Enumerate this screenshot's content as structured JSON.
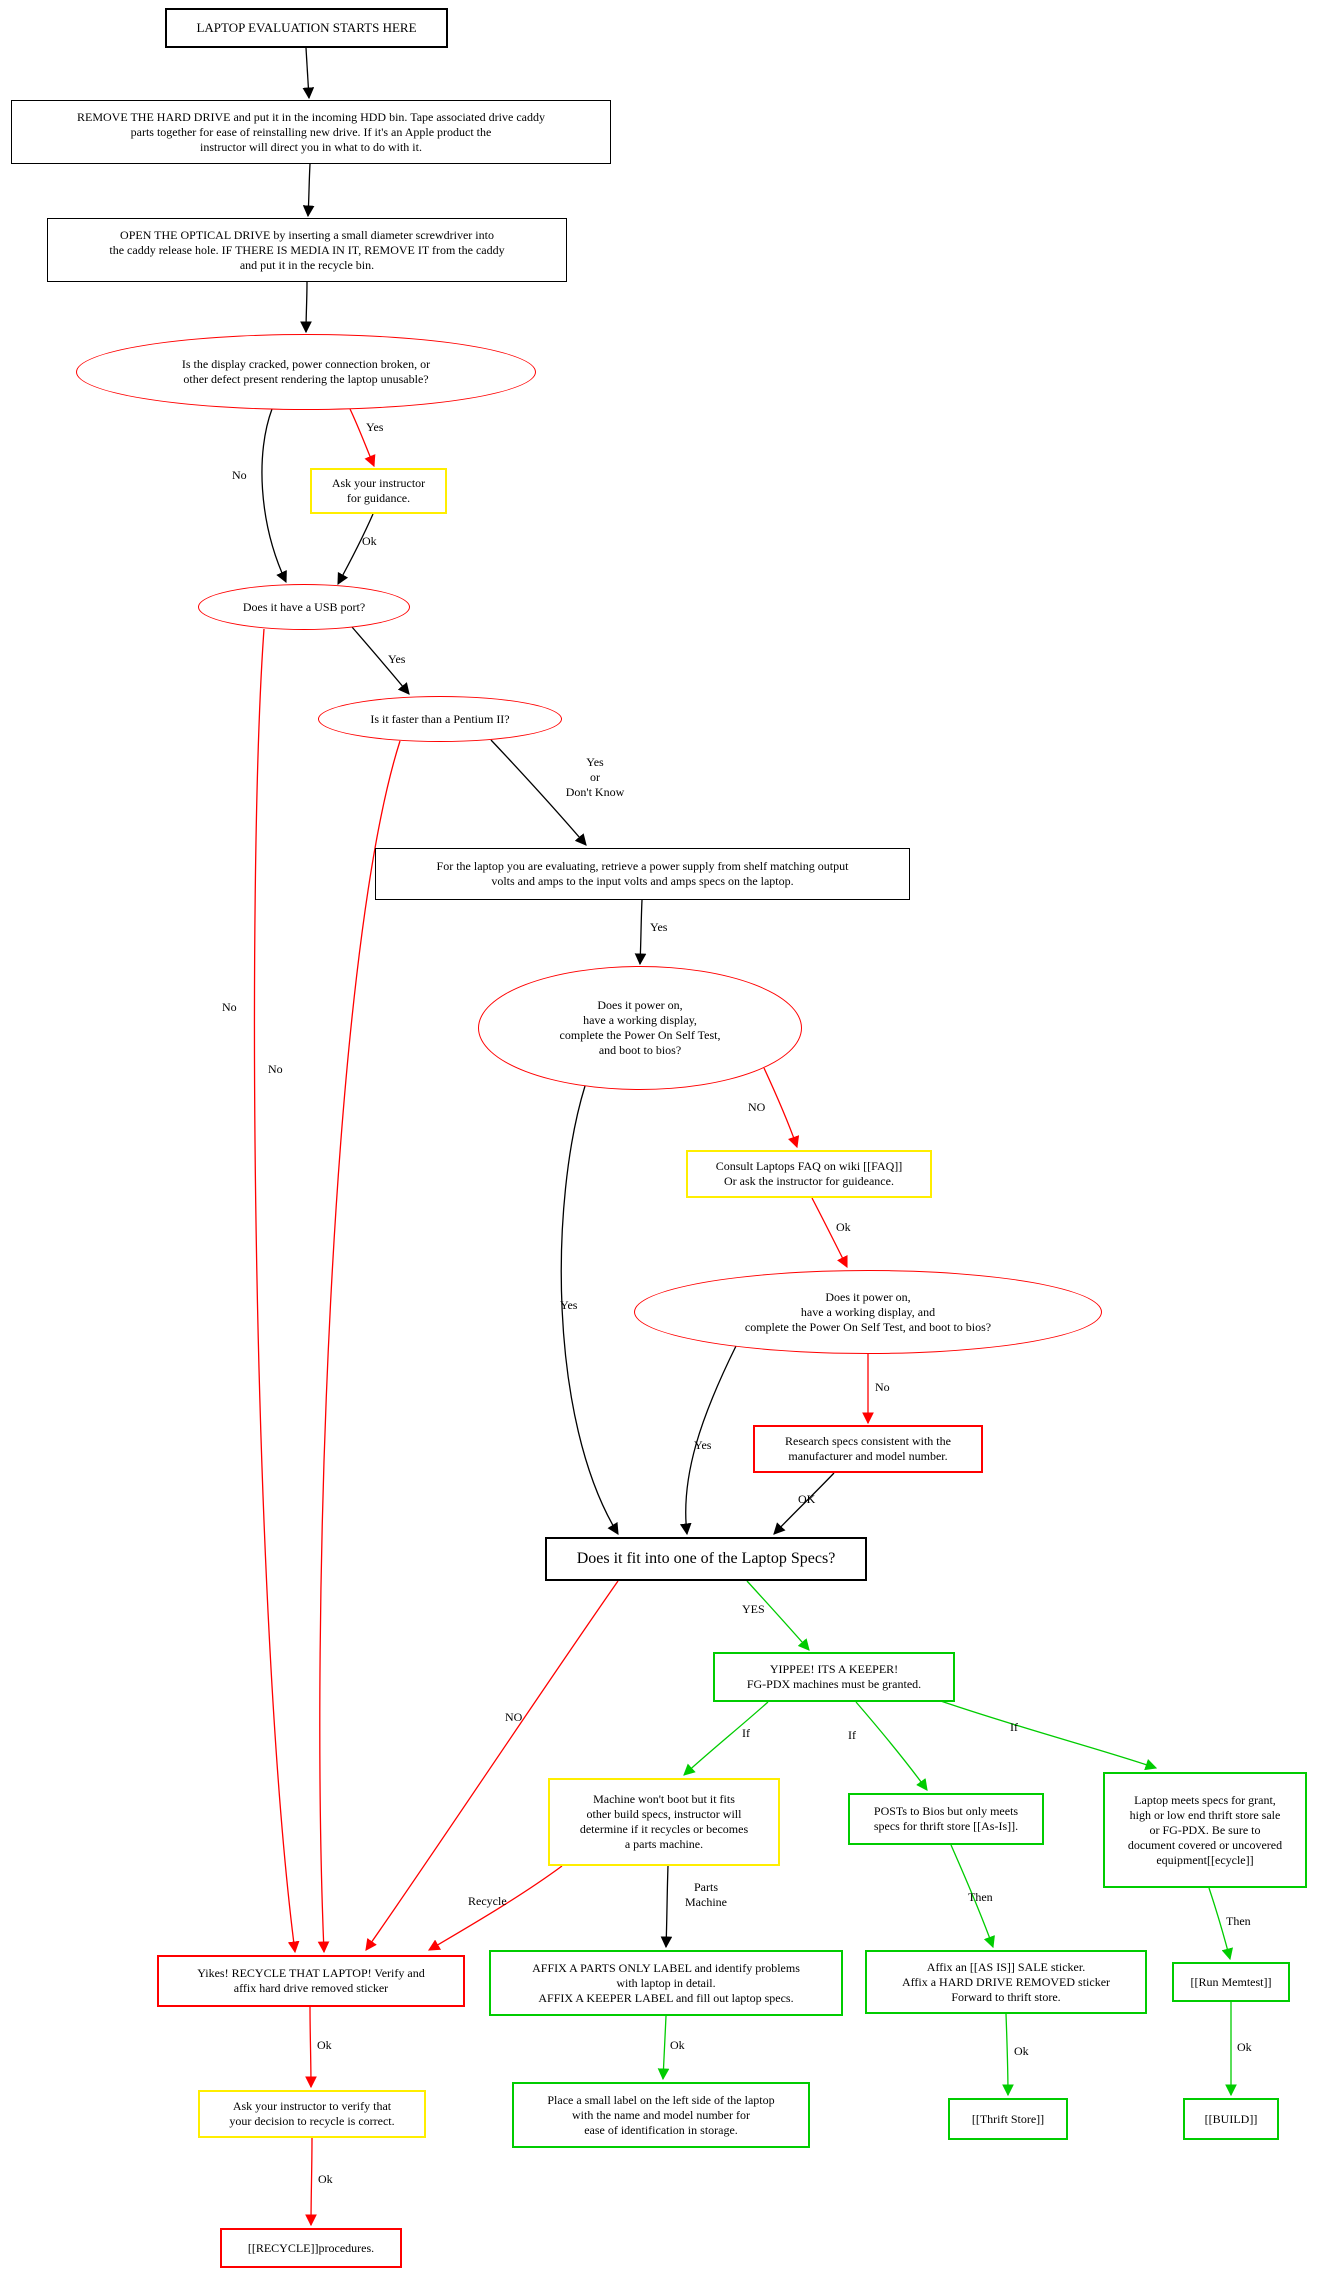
{
  "diagram": {
    "title": "Laptop Evaluation Flowchart",
    "background": "#ffffff",
    "colors": {
      "decision_outline": "#ff0000",
      "proceed_outline": "#00cc00",
      "caution_outline": "#ffee00",
      "default_outline": "#000000"
    }
  },
  "nodes": {
    "start": {
      "label": "LAPTOP EVALUATION STARTS HERE",
      "shape": "box",
      "outline": "black"
    },
    "remove_hdd": {
      "label": "REMOVE THE HARD DRIVE and put it in the incoming HDD bin. Tape associated drive caddy\nparts together for ease of reinstalling new drive. If it's an Apple product the\ninstructor will direct you in what to do with it.",
      "shape": "box",
      "outline": "black"
    },
    "open_optical": {
      "label": "OPEN THE OPTICAL DRIVE by inserting a small diameter screwdriver into\nthe caddy release hole. IF THERE IS MEDIA IN IT, REMOVE IT from the caddy\nand put it in the recycle bin.",
      "shape": "box",
      "outline": "black"
    },
    "display_defect": {
      "label": "Is the display cracked, power connection broken, or\nother defect present rendering the laptop unusable?",
      "shape": "ellipse",
      "outline": "red"
    },
    "ask_guidance": {
      "label": "Ask your instructor\nfor guidance.",
      "shape": "box",
      "outline": "yellow"
    },
    "usb_port": {
      "label": "Does it have a USB port?",
      "shape": "ellipse",
      "outline": "red"
    },
    "pentium": {
      "label": "Is it faster than a Pentium II?",
      "shape": "ellipse",
      "outline": "red"
    },
    "power_supply": {
      "label": "For the laptop you are evaluating, retrieve a power supply from shelf matching output\nvolts and amps to the input volts and amps specs on the laptop.",
      "shape": "box",
      "outline": "black"
    },
    "power_on_1": {
      "label": "Does it power on,\nhave a working display,\ncomplete the Power On Self Test,\nand boot to bios?",
      "shape": "ellipse",
      "outline": "red"
    },
    "consult_faq": {
      "label": "Consult Laptops FAQ on wiki [[FAQ]]\nOr ask the instructor for guideance.",
      "shape": "box",
      "outline": "yellow"
    },
    "power_on_2": {
      "label": "Does it power on,\nhave a working display, and\ncomplete the Power On Self Test, and boot to bios?",
      "shape": "ellipse",
      "outline": "red"
    },
    "research_specs": {
      "label": "Research specs consistent with the\nmanufacturer and model number.",
      "shape": "box",
      "outline": "red"
    },
    "fit_specs": {
      "label": "Does it fit into one of the Laptop Specs?",
      "shape": "box",
      "outline": "black"
    },
    "yippee": {
      "label": "YIPPEE! ITS A KEEPER!\nFG-PDX machines must be granted.",
      "shape": "box",
      "outline": "green"
    },
    "wont_boot": {
      "label": "Machine won't boot but it fits\nother build specs, instructor will\ndetermine if it recycles or becomes\na parts machine.",
      "shape": "box",
      "outline": "yellow"
    },
    "posts_bios": {
      "label": "POSTs to Bios but only meets\nspecs for thrift store [[As-Is]].",
      "shape": "box",
      "outline": "green"
    },
    "meets_specs": {
      "label": "Laptop meets specs for grant,\nhigh or low end thrift store sale\nor FG-PDX. Be sure to\ndocument covered or uncovered\nequipment[[ecycle]]",
      "shape": "box",
      "outline": "green"
    },
    "recycle_laptop": {
      "label": "Yikes! RECYCLE THAT LAPTOP! Verify and\naffix hard drive removed sticker",
      "shape": "box",
      "outline": "red"
    },
    "affix_parts": {
      "label": "AFFIX A PARTS ONLY LABEL and identify problems\nwith laptop in detail.\nAFFIX A KEEPER LABEL and fill out laptop specs.",
      "shape": "box",
      "outline": "green"
    },
    "affix_asis": {
      "label": "Affix an [[AS IS]] SALE sticker.\nAffix a HARD DRIVE REMOVED sticker\nForward to thrift store.",
      "shape": "box",
      "outline": "green"
    },
    "run_memtest": {
      "label": "[[Run Memtest]]",
      "shape": "box",
      "outline": "green"
    },
    "verify_recycle": {
      "label": "Ask your instructor to verify that\nyour decision to recycle is correct.",
      "shape": "box",
      "outline": "yellow"
    },
    "place_label": {
      "label": "Place a small label on the left side of the laptop\nwith the name and model number for\nease of identification in storage.",
      "shape": "box",
      "outline": "green"
    },
    "thrift_store": {
      "label": "[[Thrift Store]]",
      "shape": "box",
      "outline": "green"
    },
    "build": {
      "label": "[[BUILD]]",
      "shape": "box",
      "outline": "green"
    },
    "recycle_procedures": {
      "label": "[[RECYCLE]]procedures.",
      "shape": "box",
      "outline": "red"
    }
  },
  "edges": {
    "start_to_remove": {
      "from": "start",
      "to": "remove_hdd",
      "color": "black",
      "label": ""
    },
    "remove_to_open": {
      "from": "remove_hdd",
      "to": "open_optical",
      "color": "black",
      "label": ""
    },
    "open_to_display": {
      "from": "open_optical",
      "to": "display_defect",
      "color": "black",
      "label": ""
    },
    "display_to_ask": {
      "from": "display_defect",
      "to": "ask_guidance",
      "color": "red",
      "label": "Yes"
    },
    "display_to_usb": {
      "from": "display_defect",
      "to": "usb_port",
      "color": "black",
      "label": "No"
    },
    "ask_to_usb": {
      "from": "ask_guidance",
      "to": "usb_port",
      "color": "black",
      "label": "Ok"
    },
    "usb_to_pentium": {
      "from": "usb_port",
      "to": "pentium",
      "color": "black",
      "label": "Yes"
    },
    "usb_to_recycle": {
      "from": "usb_port",
      "to": "recycle_laptop",
      "color": "red",
      "label": "No"
    },
    "pentium_to_power_supply": {
      "from": "pentium",
      "to": "power_supply",
      "color": "black",
      "label": "Yes\nor\nDon't Know"
    },
    "pentium_to_recycle": {
      "from": "pentium",
      "to": "recycle_laptop",
      "color": "red",
      "label": "No"
    },
    "power_supply_to_power_on_1": {
      "from": "power_supply",
      "to": "power_on_1",
      "color": "black",
      "label": "Yes"
    },
    "power_on_1_to_consult": {
      "from": "power_on_1",
      "to": "consult_faq",
      "color": "red",
      "label": "NO"
    },
    "consult_to_power_on_2": {
      "from": "consult_faq",
      "to": "power_on_2",
      "color": "red",
      "label": "Ok"
    },
    "power_on_2_to_research": {
      "from": "power_on_2",
      "to": "research_specs",
      "color": "red",
      "label": "No"
    },
    "power_on_1_to_fit": {
      "from": "power_on_1",
      "to": "fit_specs",
      "color": "black",
      "label": "Yes"
    },
    "power_on_2_to_fit": {
      "from": "power_on_2",
      "to": "fit_specs",
      "color": "black",
      "label": "Yes"
    },
    "research_to_fit": {
      "from": "research_specs",
      "to": "fit_specs",
      "color": "black",
      "label": "OK"
    },
    "fit_to_yippee": {
      "from": "fit_specs",
      "to": "yippee",
      "color": "green",
      "label": "YES"
    },
    "fit_to_recycle": {
      "from": "fit_specs",
      "to": "recycle_laptop",
      "color": "red",
      "label": "NO"
    },
    "yippee_to_wont_boot": {
      "from": "yippee",
      "to": "wont_boot",
      "color": "green",
      "label": "If"
    },
    "yippee_to_posts": {
      "from": "yippee",
      "to": "posts_bios",
      "color": "green",
      "label": "If"
    },
    "yippee_to_meets": {
      "from": "yippee",
      "to": "meets_specs",
      "color": "green",
      "label": "If"
    },
    "wont_boot_to_recycle": {
      "from": "wont_boot",
      "to": "recycle_laptop",
      "color": "red",
      "label": "Recycle"
    },
    "wont_boot_to_affix_parts": {
      "from": "wont_boot",
      "to": "affix_parts",
      "color": "black",
      "label": "Parts\nMachine"
    },
    "posts_to_affix_asis": {
      "from": "posts_bios",
      "to": "affix_asis",
      "color": "green",
      "label": "Then"
    },
    "meets_to_memtest": {
      "from": "meets_specs",
      "to": "run_memtest",
      "color": "green",
      "label": "Then"
    },
    "recycle_to_verify": {
      "from": "recycle_laptop",
      "to": "verify_recycle",
      "color": "red",
      "label": "Ok"
    },
    "affix_parts_to_place": {
      "from": "affix_parts",
      "to": "place_label",
      "color": "green",
      "label": "Ok"
    },
    "affix_asis_to_thrift": {
      "from": "affix_asis",
      "to": "thrift_store",
      "color": "green",
      "label": "Ok"
    },
    "memtest_to_build": {
      "from": "run_memtest",
      "to": "build",
      "color": "green",
      "label": "Ok"
    },
    "verify_to_procedures": {
      "from": "verify_recycle",
      "to": "recycle_procedures",
      "color": "red",
      "label": "Ok"
    }
  }
}
